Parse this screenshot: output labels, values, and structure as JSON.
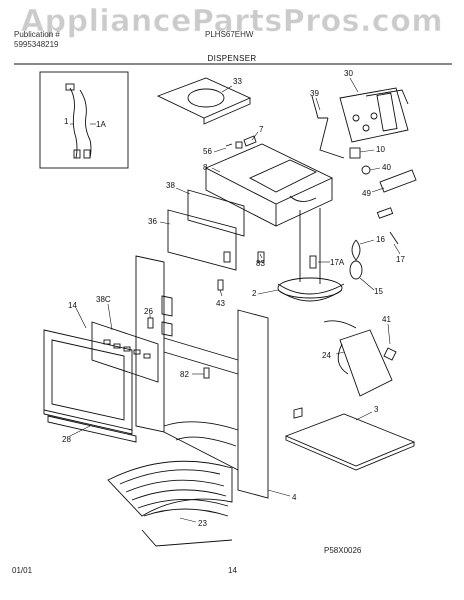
{
  "watermark": "AppliancePartsPros.com",
  "header": {
    "publication_label": "Publication #",
    "publication_number": "5995348219",
    "model": "PLHS67EHW",
    "section_title": "DISPENSER"
  },
  "footer": {
    "date": "01/01",
    "page": "14",
    "diagram_code": "P58X0026"
  },
  "parts": {
    "p1": "1",
    "p1a": "1A",
    "p33": "33",
    "p30": "30",
    "p39": "39",
    "p7": "7",
    "p56": "56",
    "p8": "8",
    "p10": "10",
    "p40": "40",
    "p49": "49",
    "p38": "38",
    "p36": "36",
    "p16": "16",
    "p17": "17",
    "p17a": "17A",
    "p83": "83",
    "p15": "15",
    "p2": "2",
    "p43": "43",
    "p14": "14",
    "p38c": "38C",
    "p26": "26",
    "p41": "41",
    "p24": "24",
    "p82": "82",
    "p3": "3",
    "p28": "28",
    "p4": "4",
    "p23": "23"
  }
}
